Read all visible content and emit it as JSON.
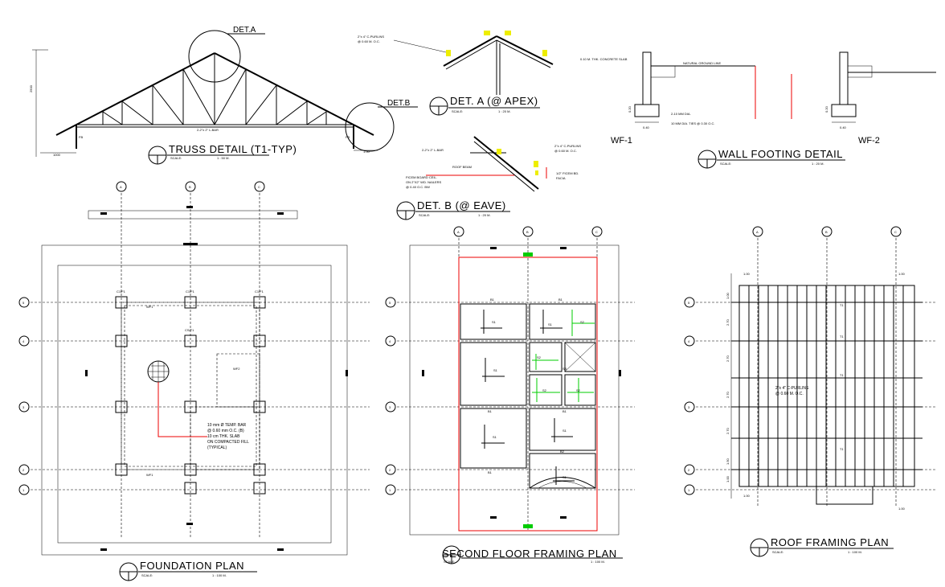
{
  "truss": {
    "title": "TRUSS DETAIL (T1-TYP)",
    "scale_label": "SCALE:",
    "scale": "1 : 50 M.",
    "det_a": "DET.A",
    "det_b": "DET.B",
    "chord": "2-2\"x 2\" L-BAR",
    "dim_height": "2500",
    "dim_left": "1000",
    "dim_right": "1.00",
    "post_left": "FB",
    "post_right": "FB"
  },
  "det_a": {
    "title": "DET. A (@ APEX)",
    "scale_label": "SCALE:",
    "scale": "1 : 20 M.",
    "note1": "2\"x 4\" C-PURLINS",
    "note2": "@ 0.60 M. O.C."
  },
  "det_b": {
    "title": "DET. B (@ EAVE)",
    "scale_label": "SCALE:",
    "scale": "1 : 20 M.",
    "note_purlin1": "2\"x 4\" C-PURLINS",
    "note_purlin2": "@ 0.60 M. O.C.",
    "note_lbar": "2-2\"x 2\" L-BAR",
    "note_roof": "ROOF BEAM",
    "note_ceil1": "FICEM BOARD CEIL.",
    "note_ceil2": "ON 2\"X2\" WD. NAILERS",
    "note_ceil3": "@ 0.40 O.C. BW",
    "note_fascia1": "1/2\" FICEM BD.",
    "note_fascia2": "FACIA"
  },
  "wall_footing": {
    "title": "WALL FOOTING DETAIL",
    "scale_label": "SCALE:",
    "scale": "1 : 20 M.",
    "wf1": "WF-1",
    "wf2": "WF-2",
    "w1": "0.40",
    "w2": "0.40",
    "h1": "0.20",
    "h2": "0.20",
    "n1": "0.10 M. THK. CONCRETE SLAB",
    "n2": "NATURAL GROUND LINE",
    "n3": "2-10 MM DIA.",
    "n4": "10 MM DIA. TIES @ 0.30 O.C."
  },
  "foundation": {
    "title": "FOUNDATION PLAN",
    "scale_label": "SCALE:",
    "scale": "1 : 100 M.",
    "note1": "10 mm Ø TEMP. BAR",
    "note2": "@ 0.60 mm O.C. (B)",
    "note3": "10 cm THK. SLAB",
    "note4": "ON COMPACTED FILL",
    "note5": "(TYPICAL)",
    "col": "C1/F1",
    "cf": "CS/F1",
    "wf": "WF1",
    "wf2": "WF2"
  },
  "second_floor": {
    "title": "SECOND FLOOR FRAMING PLAN",
    "scale_label": "SCALE:",
    "scale": "1 : 100 M.",
    "b1": "B1",
    "b2": "B2",
    "s1": "S1",
    "s2": "S2",
    "sb": "SB"
  },
  "roof": {
    "title": "ROOF FRAMING PLAN",
    "scale_label": "SCALE:",
    "scale": "1 : 100 M.",
    "note1": "2\"x 4\" C-PURLINS",
    "note2": "@ 0.60 M. O.C.",
    "t1": "T1",
    "dim_top_l": "1.00",
    "dim_top_r": "1.00",
    "dim_bot_l": "1.00",
    "dim_bot_r": "1.00",
    "d1": "1.00",
    "d2": "2.70",
    "d3": "2.70",
    "d4": "2.70",
    "d5": "2.70",
    "d6": "1.50",
    "d7": "1.00"
  },
  "grid": {
    "cols": [
      "A",
      "B",
      "C"
    ],
    "rows": [
      "5",
      "4",
      "3",
      "2",
      "1"
    ]
  }
}
